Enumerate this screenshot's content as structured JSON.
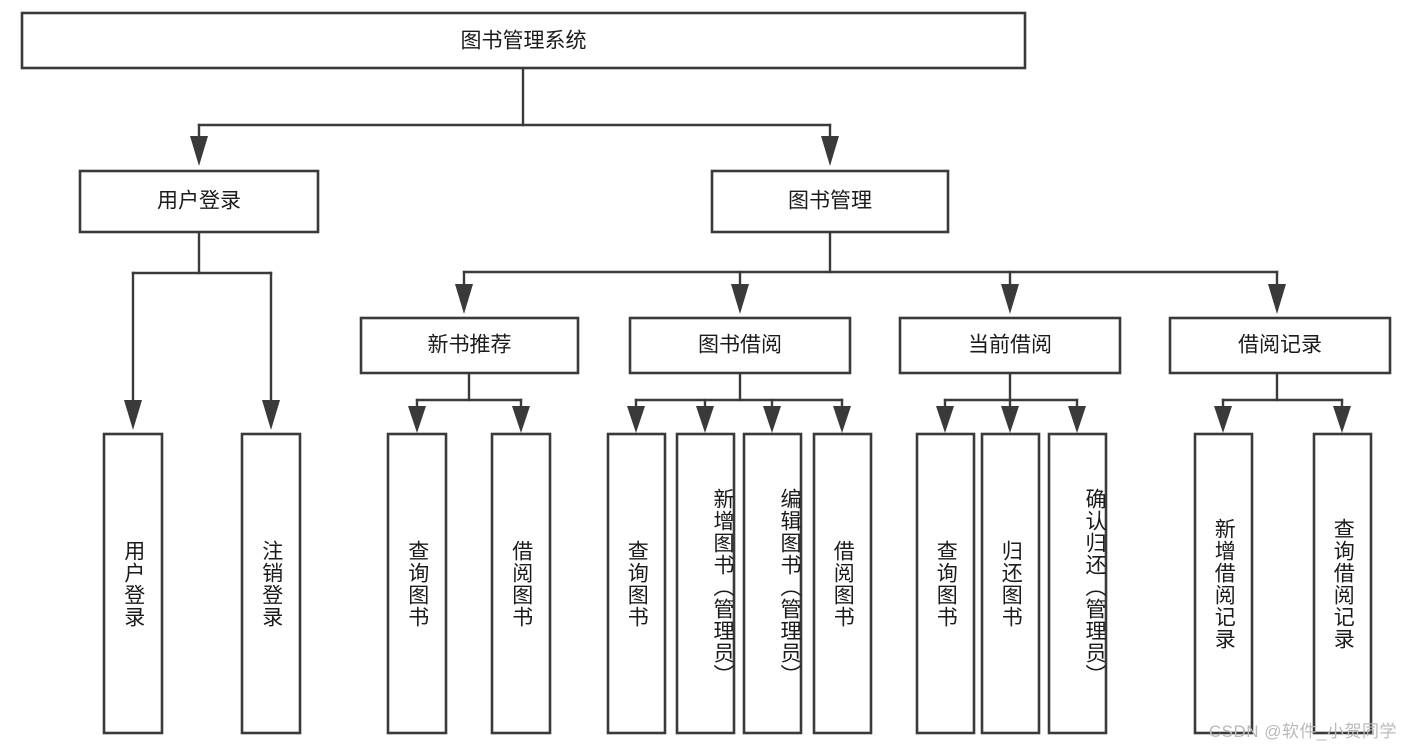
{
  "diagram": {
    "title": "图书管理系统",
    "type": "hierarchy-tree",
    "watermark": "CSDN @软件_小贺同学",
    "colors": {
      "stroke": "#3a3a3a",
      "box_fill": "#ffffff",
      "text": "#1b1b1b",
      "background": "#ffffff",
      "watermark": "#b9b9b9"
    },
    "levels": {
      "root": {
        "label": "图书管理系统"
      },
      "level2": [
        {
          "label": "用户登录"
        },
        {
          "label": "图书管理"
        }
      ],
      "level3": [
        {
          "label": "新书推荐"
        },
        {
          "label": "图书借阅"
        },
        {
          "label": "当前借阅"
        },
        {
          "label": "借阅记录"
        }
      ]
    },
    "leaves": {
      "user_login": [
        {
          "label": "用户登录"
        },
        {
          "label": "注销登录"
        }
      ],
      "new_book_recommend": [
        {
          "label": "查询图书"
        },
        {
          "label": "借阅图书"
        }
      ],
      "book_borrow": [
        {
          "label": "查询图书"
        },
        {
          "label": "新增图书（管理员）"
        },
        {
          "label": "编辑图书（管理员）"
        },
        {
          "label": "借阅图书"
        }
      ],
      "current_borrow": [
        {
          "label": "查询图书"
        },
        {
          "label": "归还图书"
        },
        {
          "label": "确认归还（管理员）"
        }
      ],
      "borrow_record": [
        {
          "label": "新增借阅记录"
        },
        {
          "label": "查询借阅记录"
        }
      ]
    }
  }
}
